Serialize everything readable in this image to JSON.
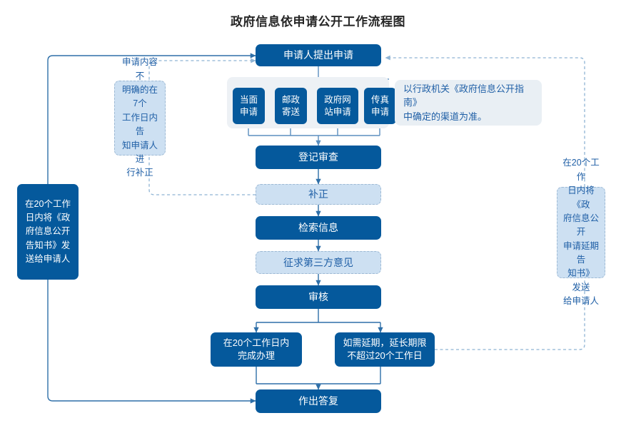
{
  "diagram": {
    "title": "政府信息依申请公开工作流程图",
    "colors": {
      "dark_fill": "#05599C",
      "light_fill": "#CDE0F2",
      "panel_fill": "#EDF1F5",
      "note_fill": "#E9EFF4",
      "connector": "#2E6FA8",
      "dashed_connector": "#8FB4D4",
      "dark_text": "#FFFFFF",
      "light_text": "#1F5FA6",
      "title_text": "#262626"
    },
    "main_flow": [
      {
        "id": "apply",
        "label": "申请人提出申请",
        "style": "dark"
      },
      {
        "id": "register",
        "label": "登记审查",
        "style": "dark"
      },
      {
        "id": "correct",
        "label": "补正",
        "style": "light"
      },
      {
        "id": "search",
        "label": "检索信息",
        "style": "dark"
      },
      {
        "id": "thirdparty",
        "label": "征求第三方意见",
        "style": "light"
      },
      {
        "id": "review",
        "label": "审核",
        "style": "dark"
      },
      {
        "id": "reply",
        "label": "作出答复",
        "style": "dark"
      }
    ],
    "channels": {
      "items": [
        {
          "id": "in-person",
          "label": "当面\n申请"
        },
        {
          "id": "postal",
          "label": "邮政\n寄送"
        },
        {
          "id": "website",
          "label": "政府网\n站申请"
        },
        {
          "id": "fax",
          "label": "传真\n申请"
        }
      ],
      "note": "以行政机关《政府信息公开指南》\n中确定的渠道为准。"
    },
    "branches": [
      {
        "id": "complete-20days",
        "label": "在20个工作日内\n完成办理",
        "style": "dark"
      },
      {
        "id": "extension",
        "label": "如需延期，延长期限\n不超过20个工作日",
        "style": "dark"
      }
    ],
    "side_notes": {
      "left_correction": "申请内容不\n明确的在7个\n工作日内告\n知申请人进\n行补正",
      "left_notice": "在20个工作\n日内将《政\n府信息公开\n告知书》发\n送给申请人",
      "right_extension": "在20个工作\n日内将《政\n府信息公开\n申请延期告\n知书》 发送\n给申请人"
    }
  }
}
